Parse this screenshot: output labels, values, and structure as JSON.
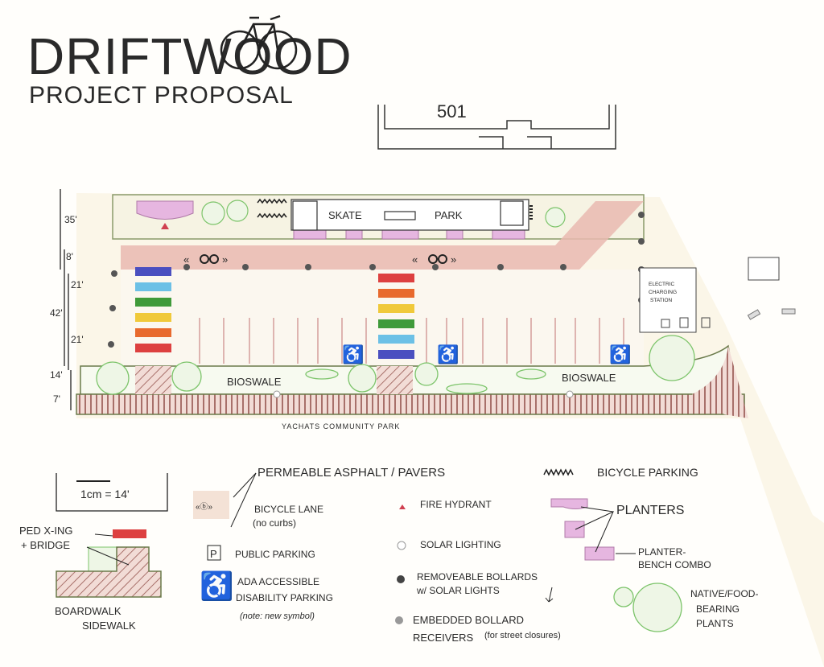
{
  "header": {
    "title": "DRIFTWOOD",
    "subtitle": "PROJECT PROPOSAL",
    "building_number": "501"
  },
  "plan": {
    "skate_label_1": "SKATE",
    "skate_label_2": "PARK",
    "bioswale_left": "BIOSWALE",
    "bioswale_right": "BIOSWALE",
    "charging_station": [
      "ELECTRIC",
      "CHARGING",
      "STATION"
    ],
    "park_label": "YACHATS COMMUNITY PARK",
    "dimensions": [
      "35'",
      "8'",
      "21'",
      "42'",
      "21'",
      "14'",
      "7'"
    ],
    "crosswalk_left_colors": [
      "#4a4fc0",
      "#6cc0e6",
      "#3f9a3a",
      "#f0c93a",
      "#e86a2e",
      "#dd4040"
    ],
    "crosswalk_mid_colors": [
      "#dd4040",
      "#e86a2e",
      "#f0c93a",
      "#3f9a3a",
      "#6cc0e6",
      "#4a4fc0"
    ]
  },
  "legend": {
    "scale": "1cm = 14'",
    "ped_xing_1": "PED X-ING",
    "ped_xing_2": "+ BRIDGE",
    "boardwalk_1": "BOARDWALK",
    "boardwalk_2": "SIDEWALK",
    "permeable": "PERMEABLE ASPHALT / PAVERS",
    "bike_lane_1": "BICYCLE LANE",
    "bike_lane_2": "(no curbs)",
    "public_parking_symbol": "P",
    "public_parking": "PUBLIC PARKING",
    "ada_1": "ADA ACCESSIBLE",
    "ada_2": "DISABILITY PARKING",
    "ada_3": "(note: new symbol)",
    "fire_hydrant": "FIRE HYDRANT",
    "solar_lighting": "SOLAR LIGHTING",
    "bollards_1": "REMOVEABLE BOLLARDS",
    "bollards_2": "w/ SOLAR LIGHTS",
    "receivers_1": "EMBEDDED BOLLARD",
    "receivers_2": "RECEIVERS",
    "receivers_3": "(for street closures)",
    "bike_parking": "BICYCLE PARKING",
    "planters": "PLANTERS",
    "planter_bench_1": "PLANTER-",
    "planter_bench_2": "BENCH COMBO",
    "native_1": "NATIVE/FOOD-",
    "native_2": "BEARING",
    "native_3": "PLANTS"
  },
  "colors": {
    "bike_lane": "#e9b9b0",
    "planter": "#e6b6e0",
    "plant": "#7cc46a",
    "ada": "#3a5bc0",
    "hatch": "#a8706a"
  }
}
